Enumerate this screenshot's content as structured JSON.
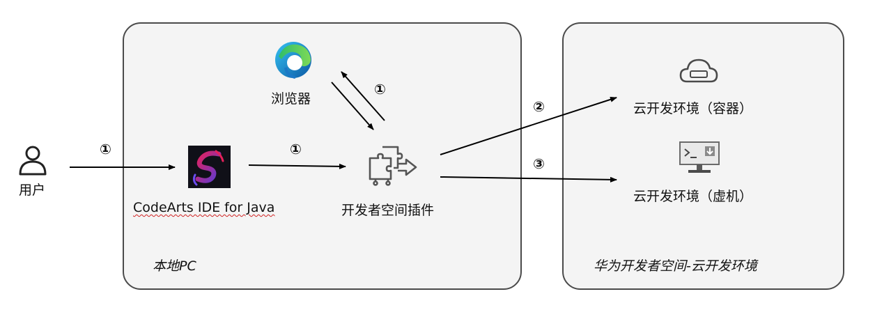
{
  "user": {
    "label": "用户"
  },
  "local_pc": {
    "title": "本地PC",
    "browser": {
      "label": "浏览器"
    },
    "ide": {
      "label": "CodeArts IDE for Java"
    },
    "plugin": {
      "label": "开发者空间插件"
    }
  },
  "cloud": {
    "title": "华为开发者空间-云开发环境",
    "container": {
      "label": "云开发环境（容器）"
    },
    "vm": {
      "label": "云开发环境（虚机）"
    }
  },
  "steps": {
    "user_to_ide": "①",
    "ide_to_plugin": "①",
    "browser_plugin": "①",
    "plugin_to_container": "②",
    "plugin_to_vm": "③"
  },
  "icons": {
    "user": "person-icon",
    "browser": "edge-browser-icon",
    "ide": "codearts-logo-icon",
    "plugin": "puzzle-plugin-icon",
    "container": "cloud-icon",
    "vm": "terminal-monitor-icon"
  }
}
